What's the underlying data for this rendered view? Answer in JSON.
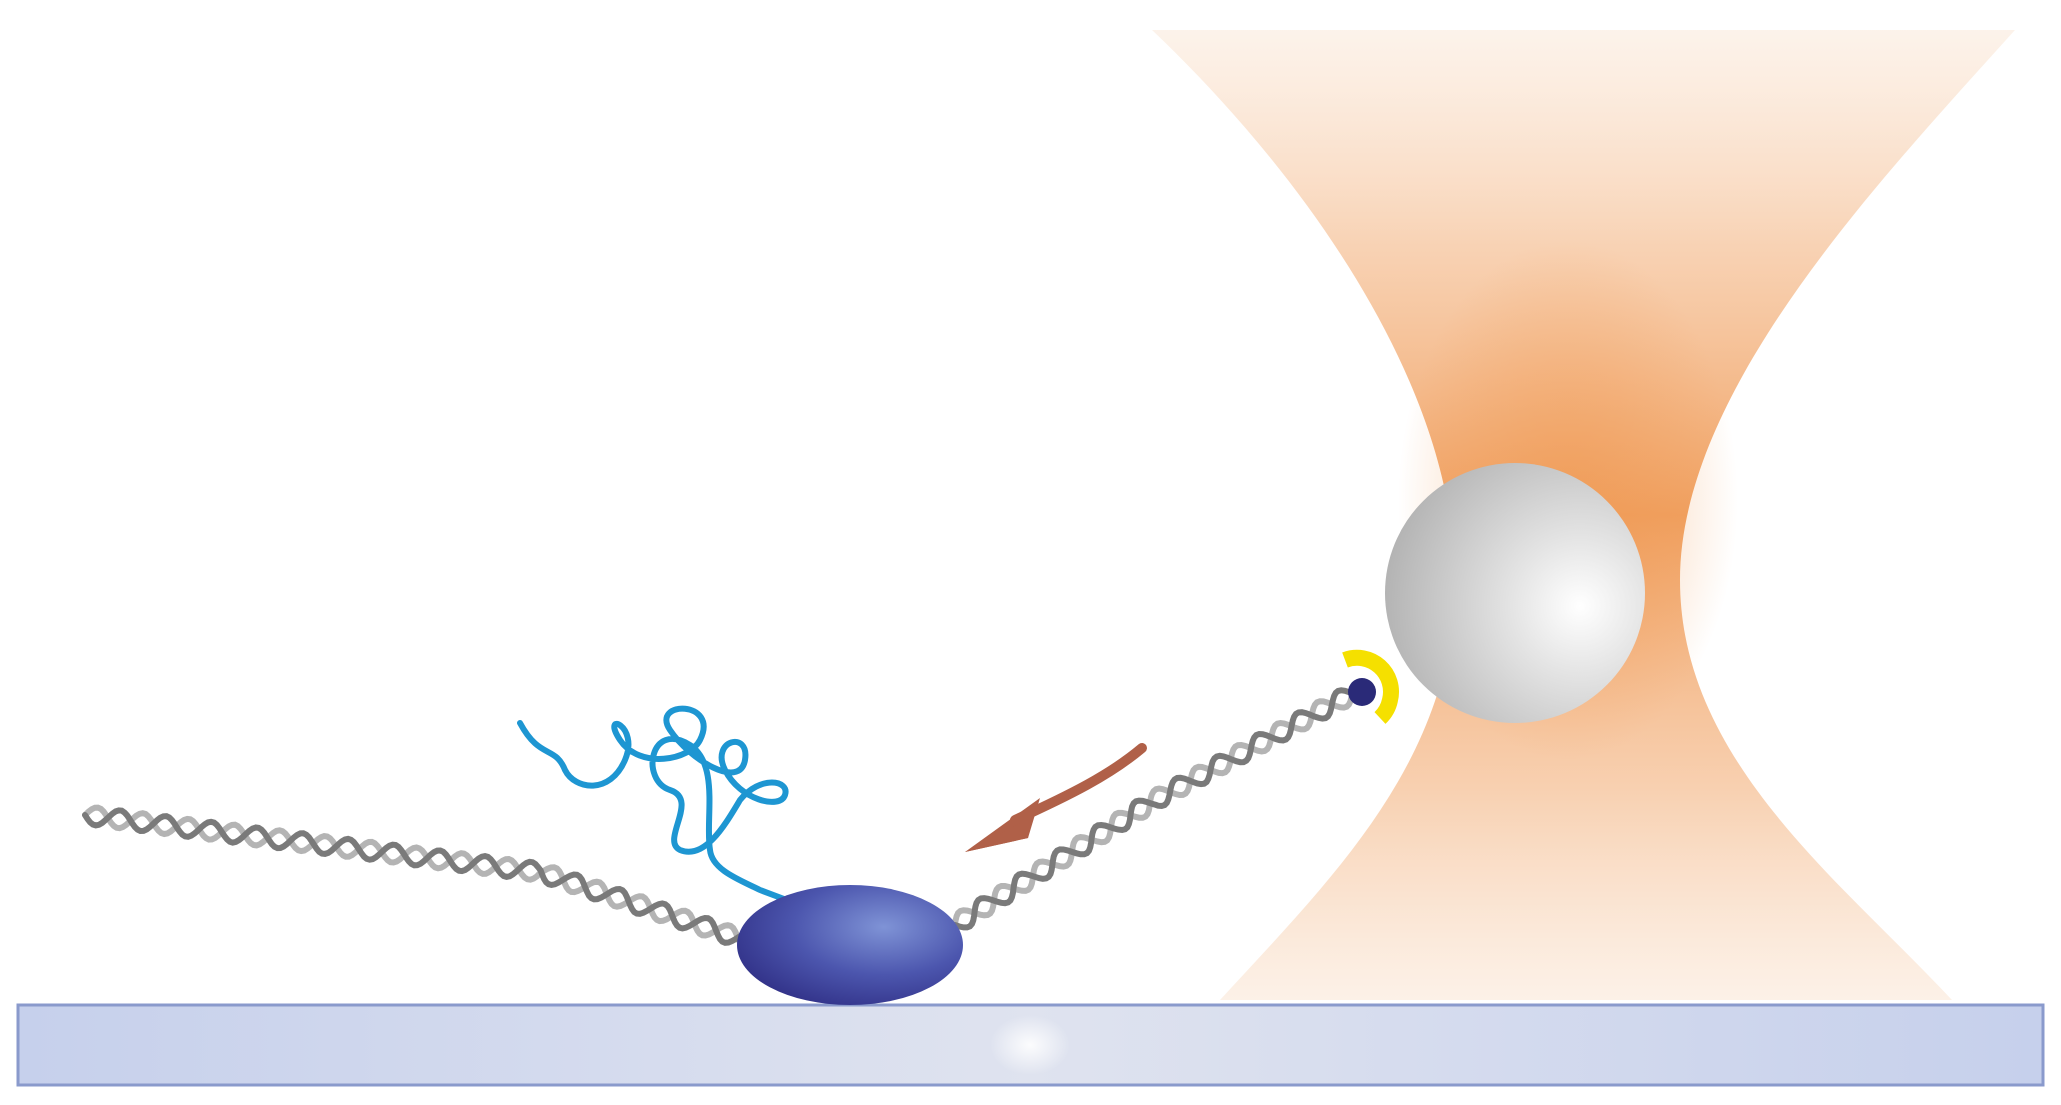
{
  "diagram": {
    "labels": [],
    "colors": {
      "background": "#ffffff",
      "laser_beam": "#f0a060",
      "bead": "#c8c8c8",
      "dna_strand_dark": "#7a7a7a",
      "dna_strand_light": "#b4b4b4",
      "polymerase": "#3a3a92",
      "nascent_chain": "#1e96d2",
      "anchor_cup": "#f5e000",
      "anchor_dot": "#2a2a78",
      "arrow": "#b06048",
      "surface": "#c6cfe8",
      "surface_edge": "#8a9acc"
    },
    "elements": [
      "optical-trap-beam",
      "trapped-bead",
      "bead-anchor",
      "dna-tether",
      "polymerase",
      "nascent-chain",
      "motion-arrow",
      "coverslip-surface"
    ]
  }
}
